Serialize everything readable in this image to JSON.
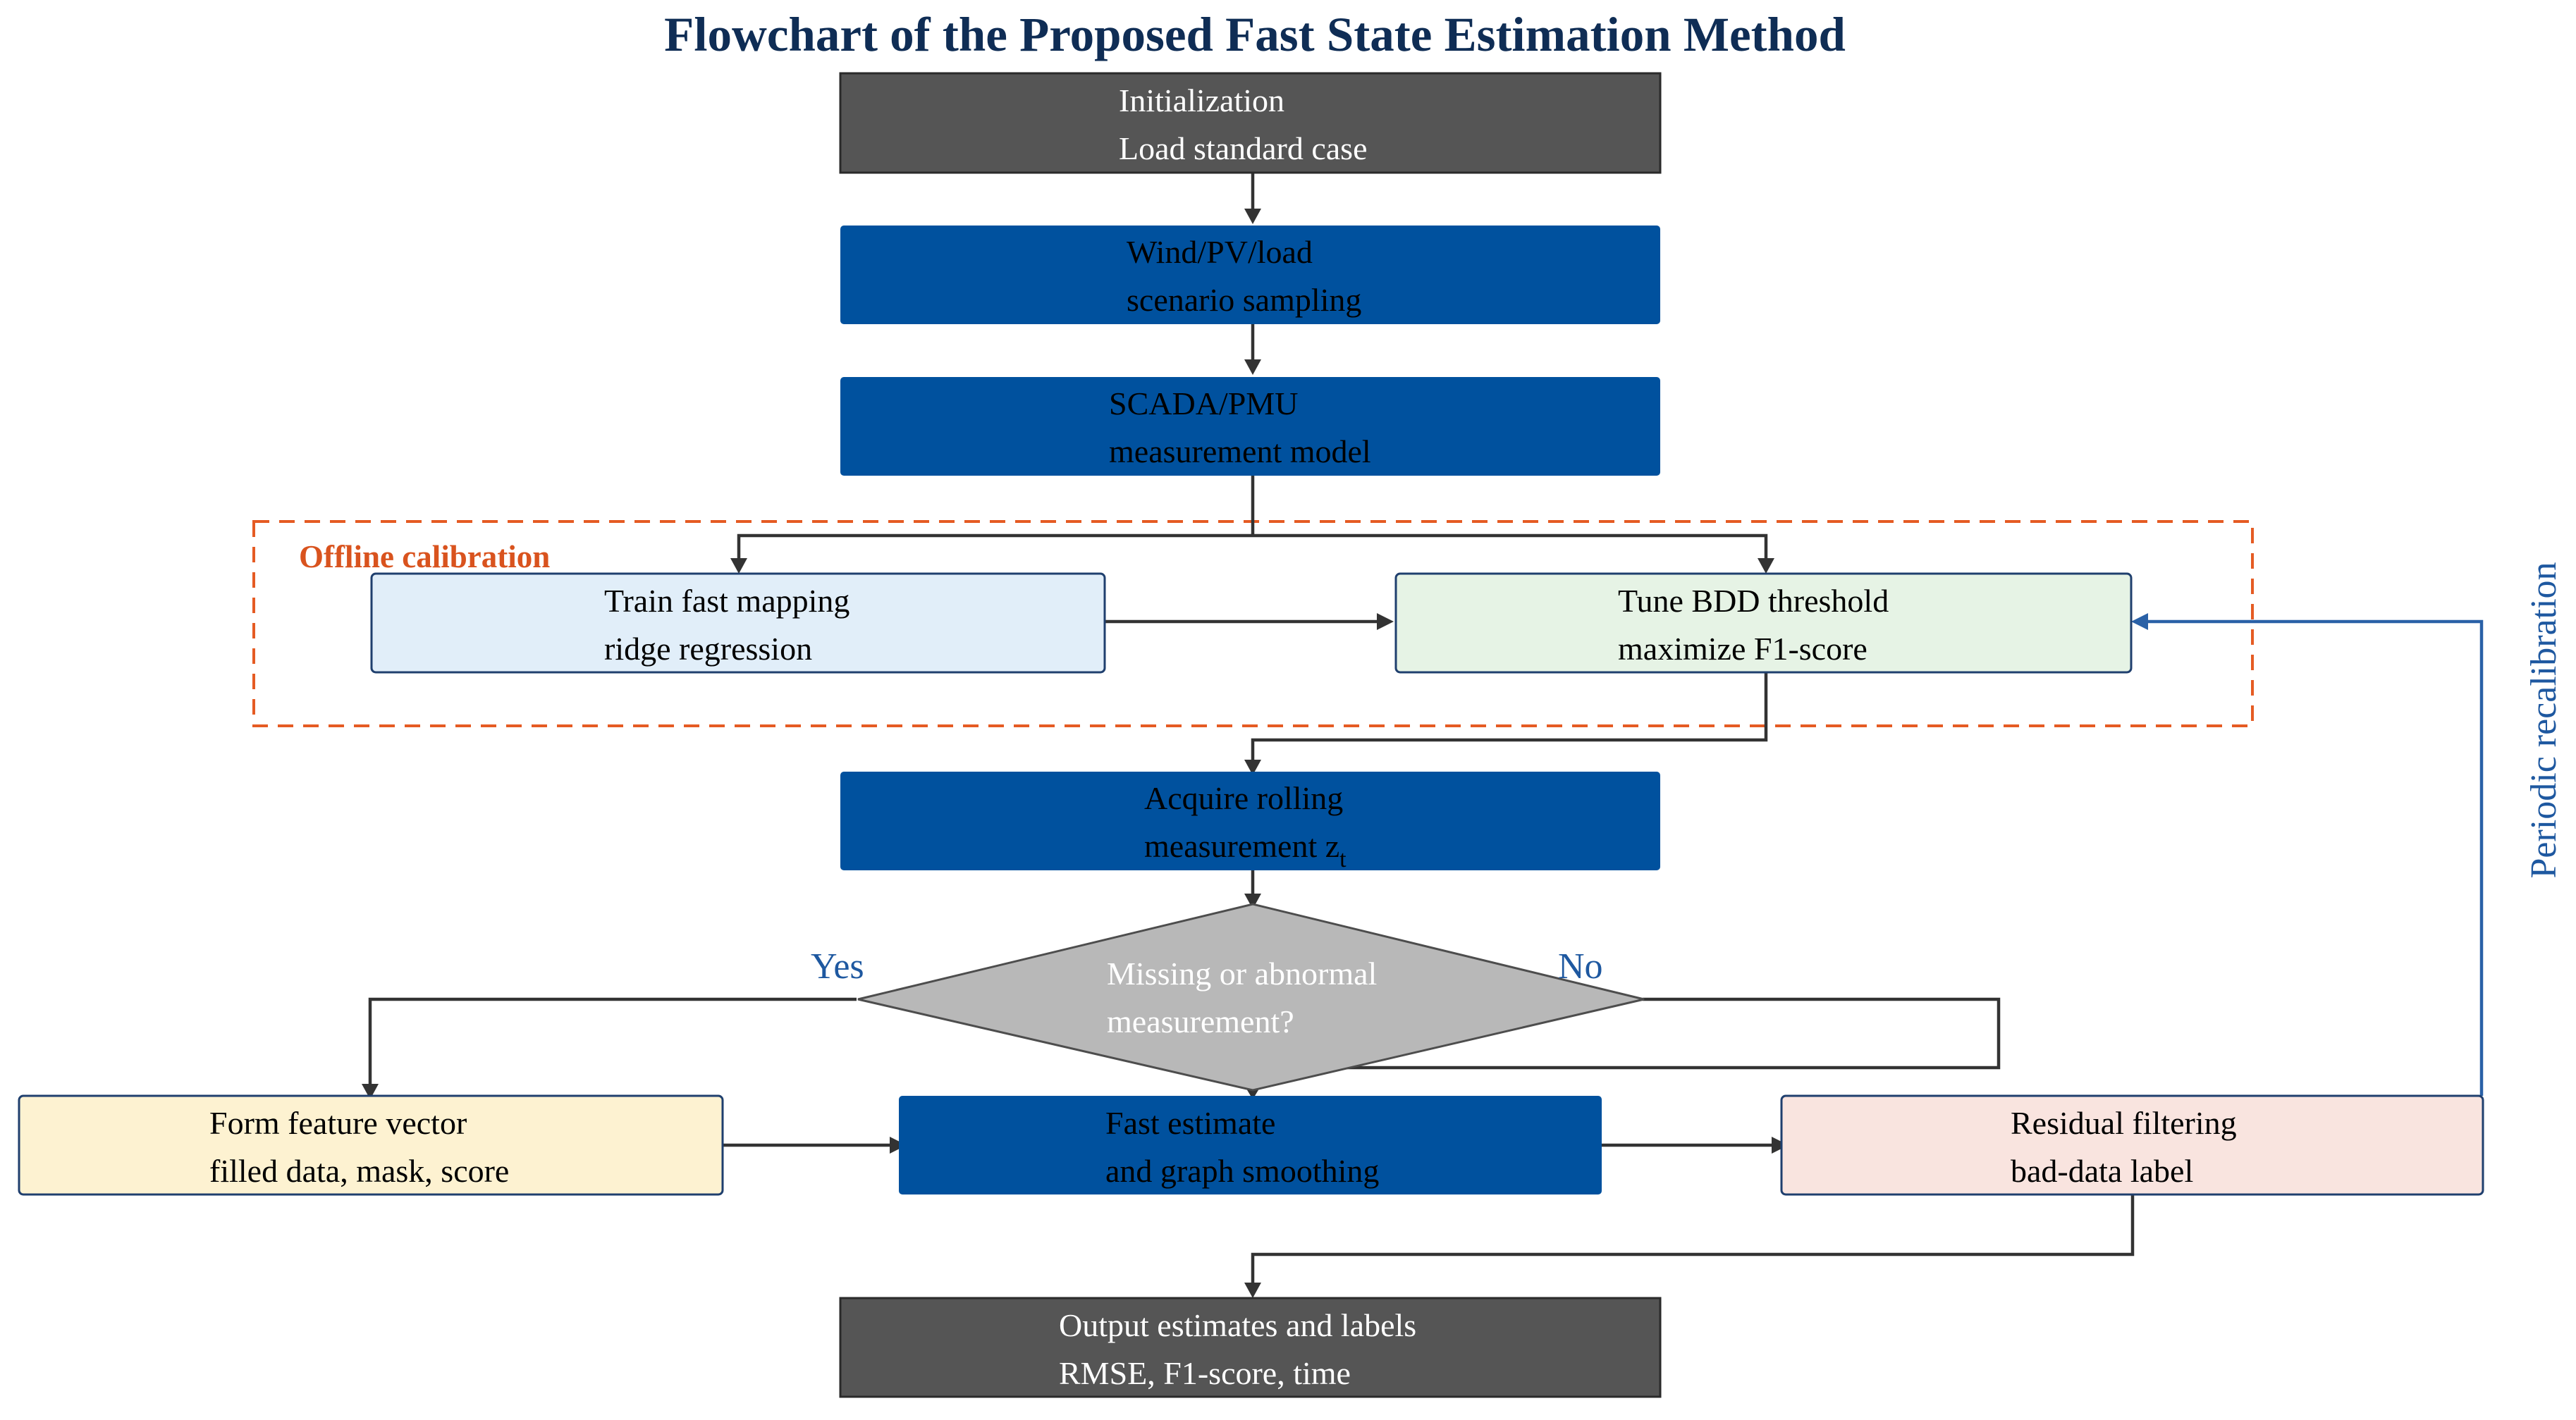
{
  "title": "Flowchart of the Proposed Fast State Estimation Method",
  "colors": {
    "dark_box": "#555555",
    "blue_box": "#00519e",
    "light_blue_box": "#e1eef9",
    "light_green_box": "#e6f3e5",
    "light_yellow_box": "#fdf2d1",
    "light_pink_box": "#f9e4df",
    "decision_fill": "#b8b8b8",
    "arrow": "#333333",
    "feedback_arrow": "#2a61a7",
    "dashed_border": "#e55b23",
    "title_text": "#0f2d55",
    "label_text": "#1e58a0",
    "offline_label": "#d9531e"
  },
  "nodes": {
    "init": {
      "line1": "Initialization",
      "line2": "Load standard case"
    },
    "sampling": {
      "line1": "Wind/PV/load",
      "line2": "scenario sampling"
    },
    "measurement_model": {
      "line1": "SCADA/PMU",
      "line2": "measurement model"
    },
    "train": {
      "line1": "Train fast mapping",
      "line2": "ridge regression"
    },
    "tune": {
      "line1": "Tune BDD threshold",
      "line2": "maximize F1-score"
    },
    "acquire": {
      "line1": "Acquire rolling",
      "line2": "measurement z",
      "subscript": "t"
    },
    "decision": {
      "line1": "Missing or abnormal",
      "line2": "measurement?"
    },
    "feature": {
      "line1": "Form feature vector",
      "line2": "filled data, mask, score"
    },
    "fast_estimate": {
      "line1": "Fast estimate",
      "line2": "and graph smoothing"
    },
    "residual": {
      "line1": "Residual filtering",
      "line2": "bad-data label"
    },
    "output": {
      "line1": "Output estimates and labels",
      "line2": "RMSE, F1-score, time"
    }
  },
  "labels": {
    "offline": "Offline calibration",
    "yes": "Yes",
    "no": "No",
    "periodic": "Periodic recalibration"
  }
}
